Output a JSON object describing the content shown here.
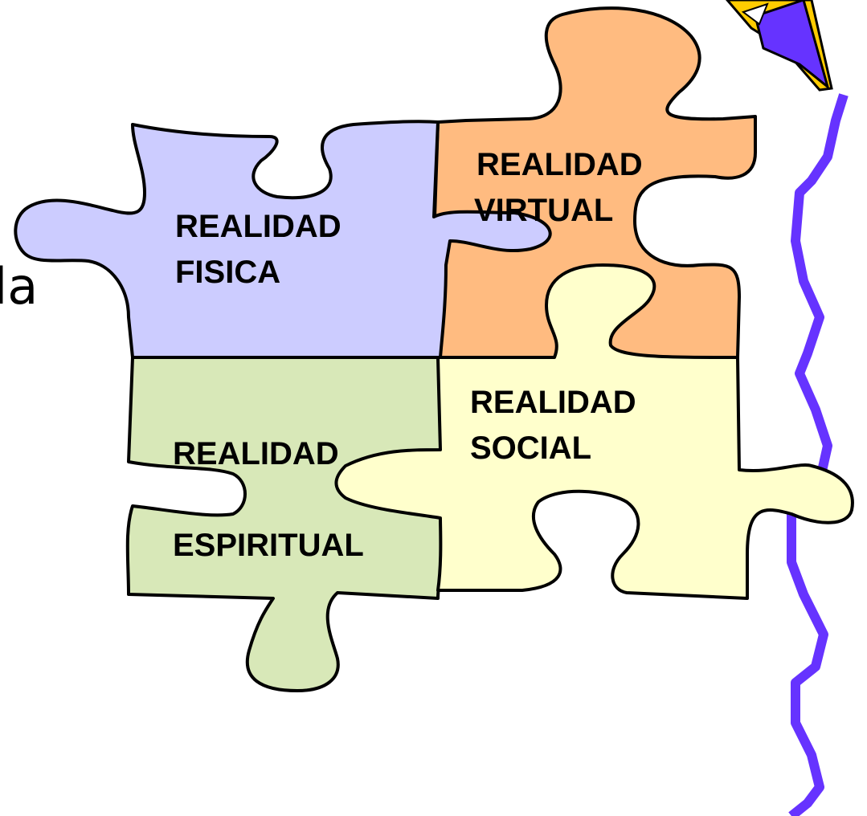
{
  "side_text": "la",
  "colors": {
    "fisica": "#ccccff",
    "virtual": "#ffbb80",
    "espiritual": "#d8e8b8",
    "social": "#ffffcc",
    "stroke": "#000000",
    "squiggle": "#6633ff",
    "pencil_yellow": "#ffcc00",
    "pencil_purple": "#6633ff"
  },
  "pieces": {
    "fisica": {
      "line1": "REALIDAD",
      "line2": "FISICA"
    },
    "virtual": {
      "line1": "REALIDAD",
      "line2": "VIRTUAL"
    },
    "espiritual": {
      "line1": "REALIDAD",
      "line2": "ESPIRITUAL"
    },
    "social": {
      "line1": "REALIDAD",
      "line2": "SOCIAL"
    }
  },
  "icons": {
    "pencil": "pencil-icon",
    "squiggle": "squiggle-line"
  }
}
